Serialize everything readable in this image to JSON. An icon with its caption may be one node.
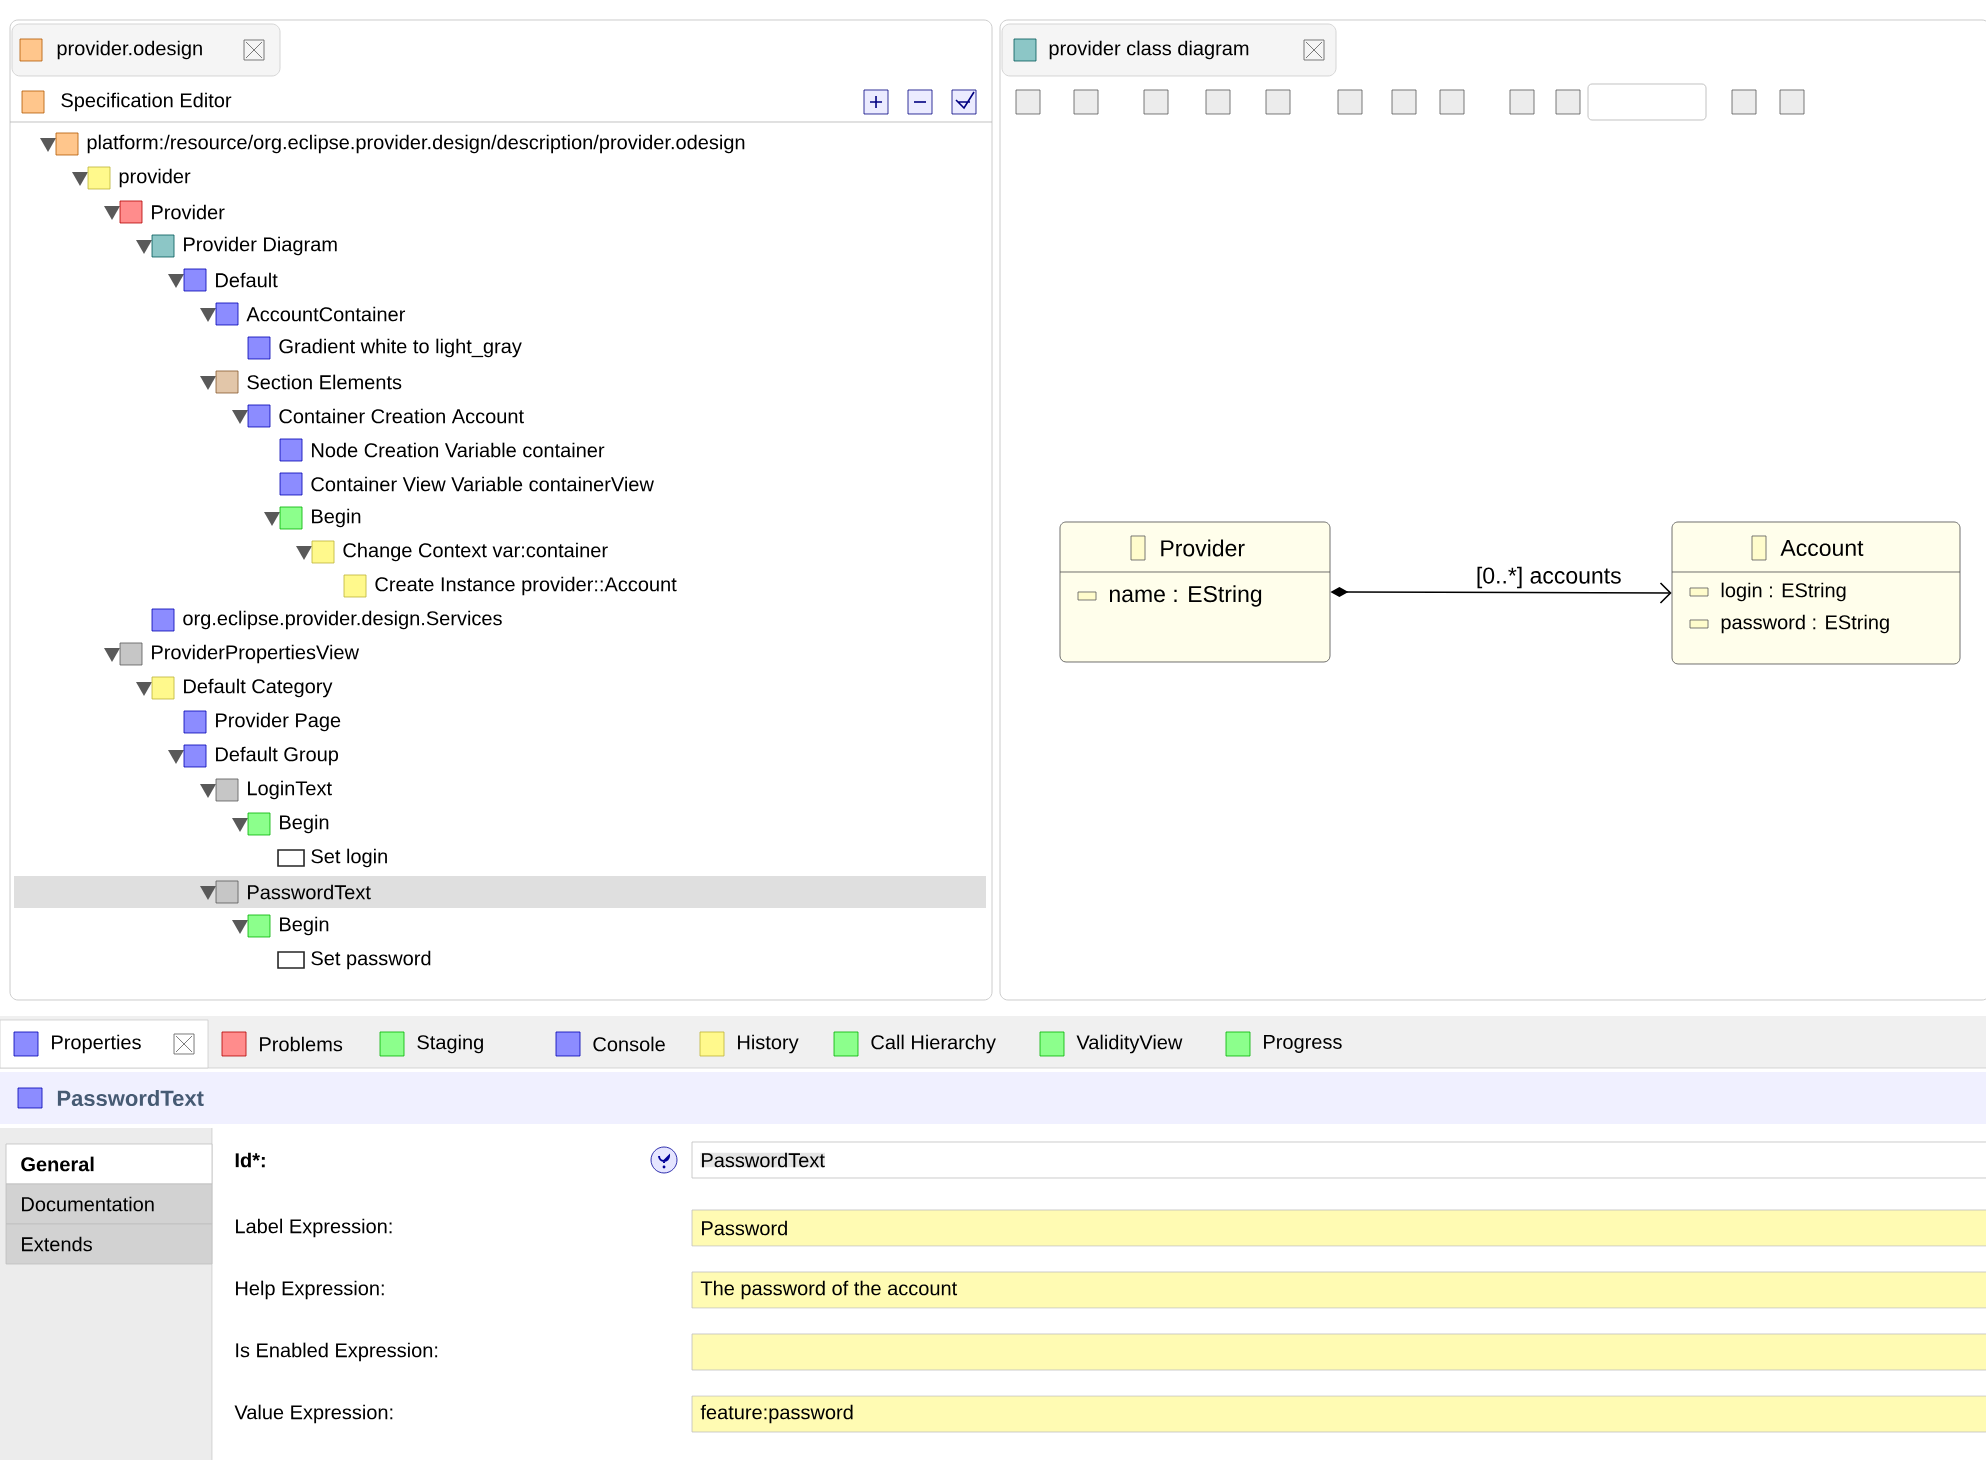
{
  "diagram": {
    "nodes": [
      {
        "text": [
          "Provider",
          "name : EString"
        ]
      },
      {
        "text": [
          "Account",
          "login : EString",
          "password : EString"
        ]
      }
    ],
    "edges": [
      {
        "from": 0,
        "to": 1,
        "arrow": "to",
        "label": "[0..*] accounts"
      }
    ],
    "labels": [
      "provider.odesign",
      "provider class diagram",
      "Specification Editor",
      "platform:/resource/org.eclipse.provider.design/description/provider.odesign",
      "provider",
      "Provider",
      "Provider Diagram",
      "Default",
      "AccountContainer",
      "Gradient white to light_gray",
      "Section Elements",
      "Container Creation Account",
      "Node Creation Variable container",
      "Container View Variable containerView",
      "Begin",
      "Change Context var:container",
      "Create Instance provider::Account",
      "org.eclipse.provider.design.Services",
      "ProviderPropertiesView",
      "Default Category",
      "Provider Page",
      "Default Group",
      "LoginText",
      "Begin",
      "Set login",
      "PasswordText",
      "Begin",
      "Set password",
      "Properties",
      "Problems",
      "Staging",
      "Console",
      "History",
      "Call Hierarchy",
      "ValidityView",
      "Progress",
      "PasswordText",
      "General",
      "Documentation",
      "Extends",
      "Id*:",
      "PasswordText",
      "Label Expression:",
      "Password",
      "Help Expression:",
      "The password of the account",
      "Is Enabled Expression:",
      "Value Expression:",
      "feature:password"
    ]
  }
}
